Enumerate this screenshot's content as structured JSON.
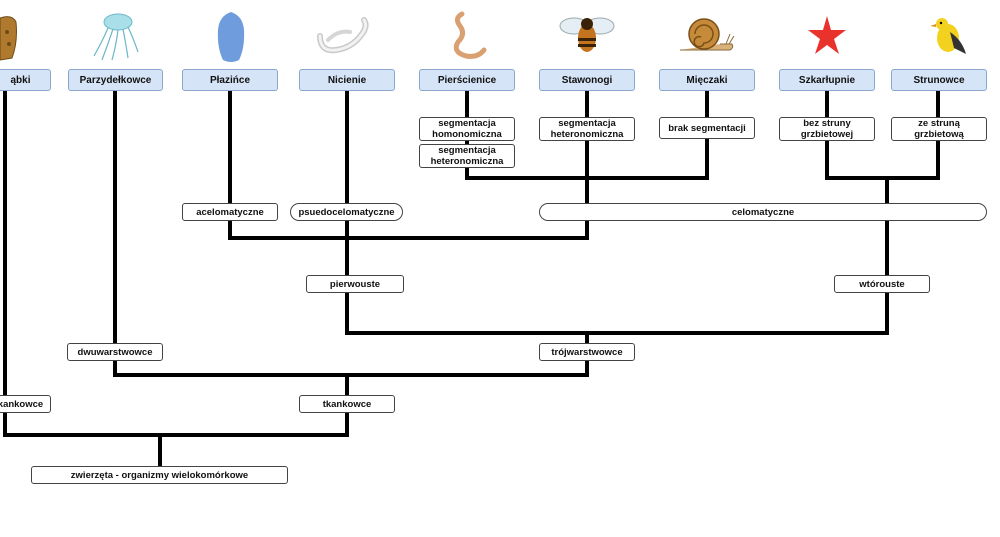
{
  "taxa": [
    {
      "label": "ąbki",
      "icon": "sponge-icon"
    },
    {
      "label": "Parzydełkowce",
      "icon": "jellyfish-icon"
    },
    {
      "label": "Płazińce",
      "icon": "flatworm-icon"
    },
    {
      "label": "Nicienie",
      "icon": "roundworm-icon"
    },
    {
      "label": "Pierścienice",
      "icon": "earthworm-icon"
    },
    {
      "label": "Stawonogi",
      "icon": "bee-icon"
    },
    {
      "label": "Mięczaki",
      "icon": "snail-icon"
    },
    {
      "label": "Szkarłupnie",
      "icon": "starfish-icon"
    },
    {
      "label": "Strunowce",
      "icon": "bird-icon"
    }
  ],
  "traits": {
    "segmentacja_homonomiczna": "segmentacja\nhomonomiczna",
    "segmentacja_heteronomiczna_1": "segmentacja\nheteronomiczna",
    "segmentacja_heteronomiczna_2": "segmentacja\nheteronomiczna",
    "brak_segmentacji": "brak segmentacji",
    "bez_struny": "bez struny\ngrzbietowej",
    "ze_struna": "ze struną\ngrzbietową",
    "acelomatyczne": "acelomatyczne",
    "pseudocelomatyczne": "psuedocelomatyczne",
    "celomatyczne": "celomatyczne",
    "pierwouste": "pierwouste",
    "wtorouste": "wtórouste",
    "dwuwarstwowce": "dwuwarstwowce",
    "trojwarstwowce": "trójwarstwowce",
    "tkankowce_left": "kankowce",
    "tkankowce": "tkankowce",
    "zwierzeta": "zwierzęta - organizmy wielokomórkowe"
  },
  "colors": {
    "taxon_fill": "#d6e4f7",
    "taxon_border": "#8aa6cc",
    "line": "#000000"
  }
}
